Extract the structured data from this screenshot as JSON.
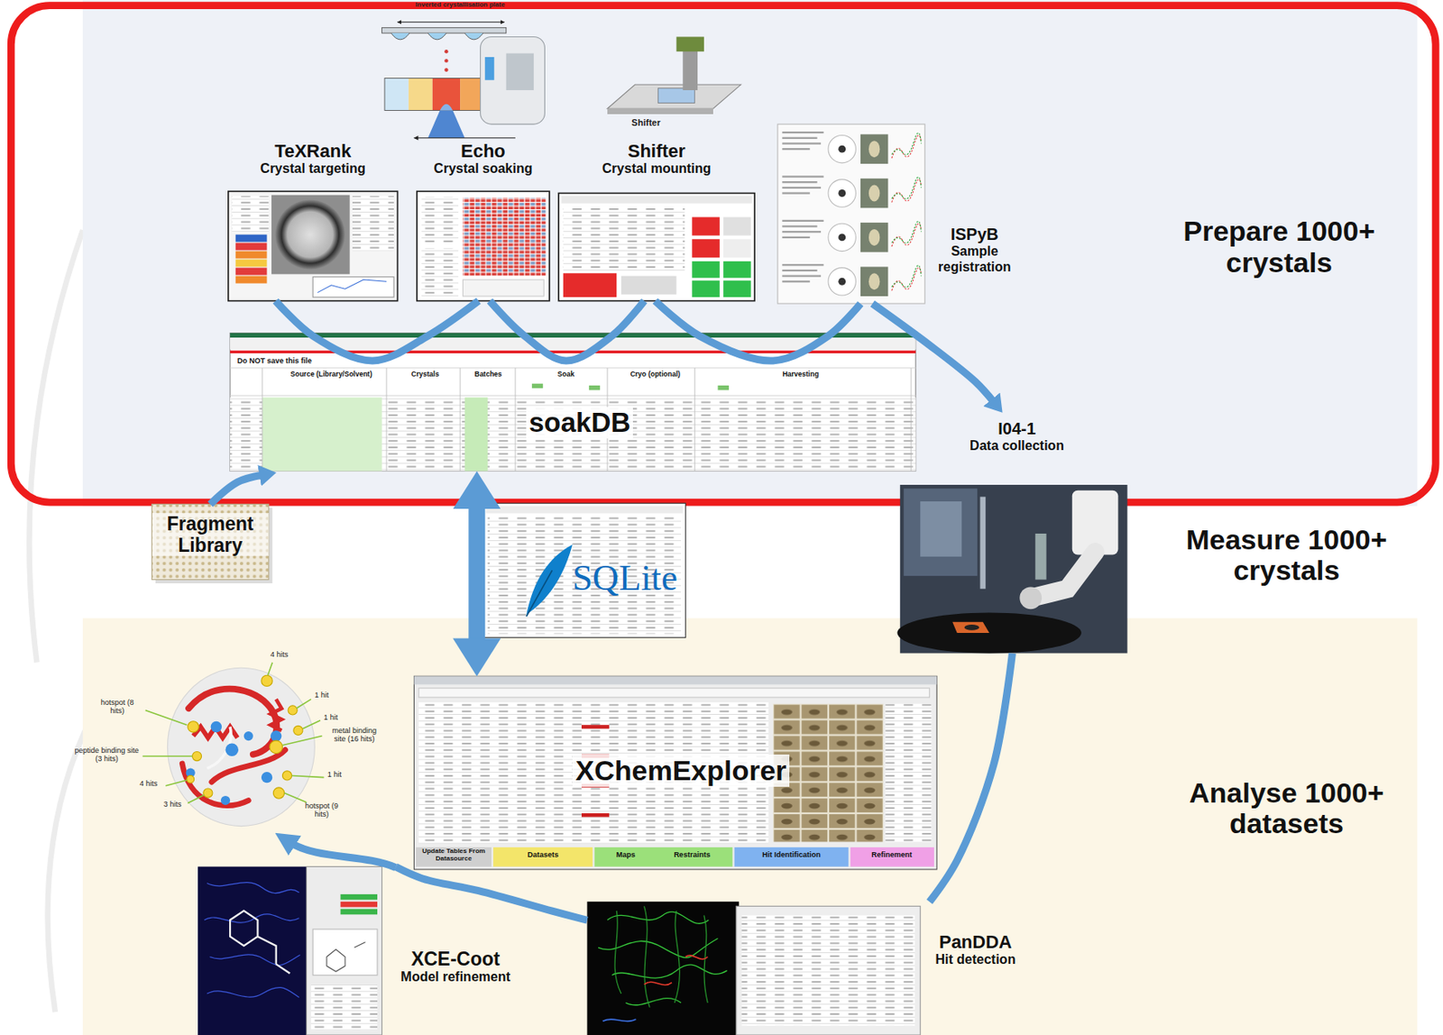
{
  "diagram": {
    "nodes": [
      {
        "text": [
          "TeXRank",
          "Crystal targeting"
        ]
      },
      {
        "text": [
          "Echo",
          "Crystal soaking"
        ]
      },
      {
        "text": [
          "Shifter",
          "Crystal mounting"
        ]
      },
      {
        "text": [
          "ISPyB",
          "Sample registration"
        ]
      },
      {
        "text": [
          "soakDB"
        ]
      },
      {
        "text": [
          "I04-1",
          "Data collection"
        ]
      },
      {
        "text": [
          "Fragment Library"
        ]
      },
      {
        "text": [
          "SQLite"
        ]
      },
      {
        "text": [
          "XChemExplorer"
        ]
      },
      {
        "text": [
          "PanDDA",
          "Hit detection"
        ]
      },
      {
        "text": [
          "XCE-Coot",
          "Model refinement"
        ]
      }
    ],
    "edges": [
      {
        "from": 0,
        "to": 1,
        "arrow": "none"
      },
      {
        "from": 1,
        "to": 2,
        "arrow": "none"
      },
      {
        "from": 2,
        "to": 3,
        "arrow": "none"
      },
      {
        "from": 3,
        "to": 5,
        "arrow": "to"
      },
      {
        "from": 6,
        "to": 4,
        "arrow": "to"
      },
      {
        "from": 4,
        "to": 8,
        "arrow": "both"
      },
      {
        "from": 5,
        "to": 9,
        "arrow": "none"
      },
      {
        "from": 9,
        "to": 10,
        "arrow": "none"
      }
    ],
    "labels": [
      "Inverted crystallisation plate",
      "Shifter",
      "Do NOT save this file",
      "Source (Library/Solvent)",
      "Crystals",
      "Batches",
      "Soak",
      "Cryo (optional)",
      "Harvesting",
      "Update Tables From Datasource",
      "Datasets",
      "Maps",
      "Restraints",
      "Hit Identification",
      "Refinement",
      "Prepare 1000+ crystals",
      "Measure 1000+ crystals",
      "Analyse 1000+ datasets",
      "4 hits",
      "hotspot (8 hits)",
      "1 hit",
      "1 hit",
      "metal binding site (16 hits)",
      "peptide binding site (3 hits)",
      "4 hits",
      "1 hit",
      "3 hits",
      "hotspot (9 hits)"
    ]
  }
}
